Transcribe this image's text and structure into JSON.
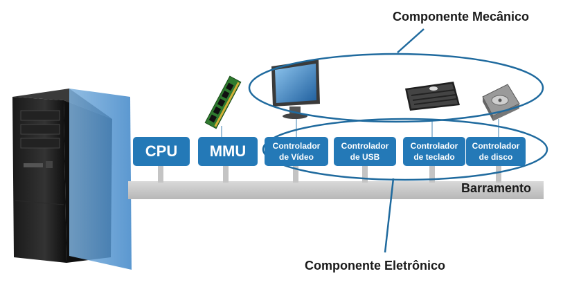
{
  "labels": {
    "mecanico": "Componente Mecânico",
    "eletronico": "Componente Eletrônico",
    "barramento": "Barramento"
  },
  "boxes": {
    "cpu": "CPU",
    "mmu": "MMU",
    "video_1": "Controlador",
    "video_2": "de Vídeo",
    "usb_1": "Controlador",
    "usb_2": "de USB",
    "teclado_1": "Controlador",
    "teclado_2": "de teclado",
    "disco_1": "Controlador",
    "disco_2": "de disco"
  },
  "colors": {
    "box": "#2479b7",
    "ellipse": "#1f6a9e",
    "bus": "#c9c9c9",
    "panel": "#5b9bd5"
  },
  "icons": [
    "computer-tower-icon",
    "memory-module-icon",
    "monitor-icon",
    "keyboard-icon",
    "hard-disk-icon"
  ]
}
